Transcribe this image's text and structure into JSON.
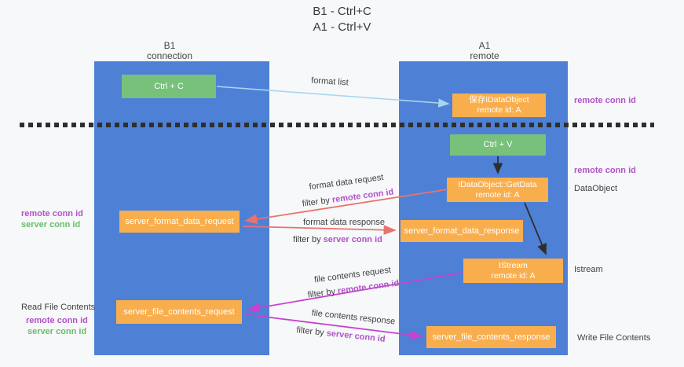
{
  "title": {
    "line1": "B1 - Ctrl+C",
    "line2": "A1 - Ctrl+V"
  },
  "columns": {
    "left": {
      "name": "B1",
      "subtitle": "connection"
    },
    "right": {
      "name": "A1",
      "subtitle": "remote"
    }
  },
  "nodes": {
    "ctrl_c": "Ctrl + C",
    "ctrl_v": "Ctrl + V",
    "save_idataobject": {
      "line1": "保存IDataObject",
      "line2": "remote id: A"
    },
    "getdata": {
      "line1": "IDataObject::GetData",
      "line2": "remote id: A"
    },
    "istream": {
      "line1": "IStream",
      "line2": "remote id: A"
    },
    "server_format_data_request": "server_format_data_request",
    "server_format_data_response": "server_format_data_response",
    "server_file_contents_request": "server_file_contents_request",
    "server_file_contents_response": "server_file_contents_response"
  },
  "arrow_labels": {
    "format_list": "format list",
    "format_data_request": "format data request",
    "format_data_response": "format data response",
    "file_contents_request": "file contents request",
    "file_contents_response": "file contents response",
    "filter_by": "filter by ",
    "remote_conn_id": "remote conn id",
    "server_conn_id": "server conn id"
  },
  "side_labels": {
    "remote_conn_id": "remote conn id",
    "server_conn_id": "server conn id",
    "dataobject": "DataObject",
    "istream": "Istream",
    "read_file_contents": "Read File Contents",
    "write_file_contents": "Write File Contents"
  },
  "colors": {
    "column_blue": "#4e81d6",
    "box_green": "#77c17b",
    "box_orange": "#f9ae4e",
    "arrow_light_blue": "#a9d5f2",
    "arrow_salmon": "#e8736f",
    "arrow_magenta": "#c643ce",
    "arrow_black": "#2e2e2e",
    "text_purple": "#b153c8",
    "text_green": "#67bd6b"
  }
}
